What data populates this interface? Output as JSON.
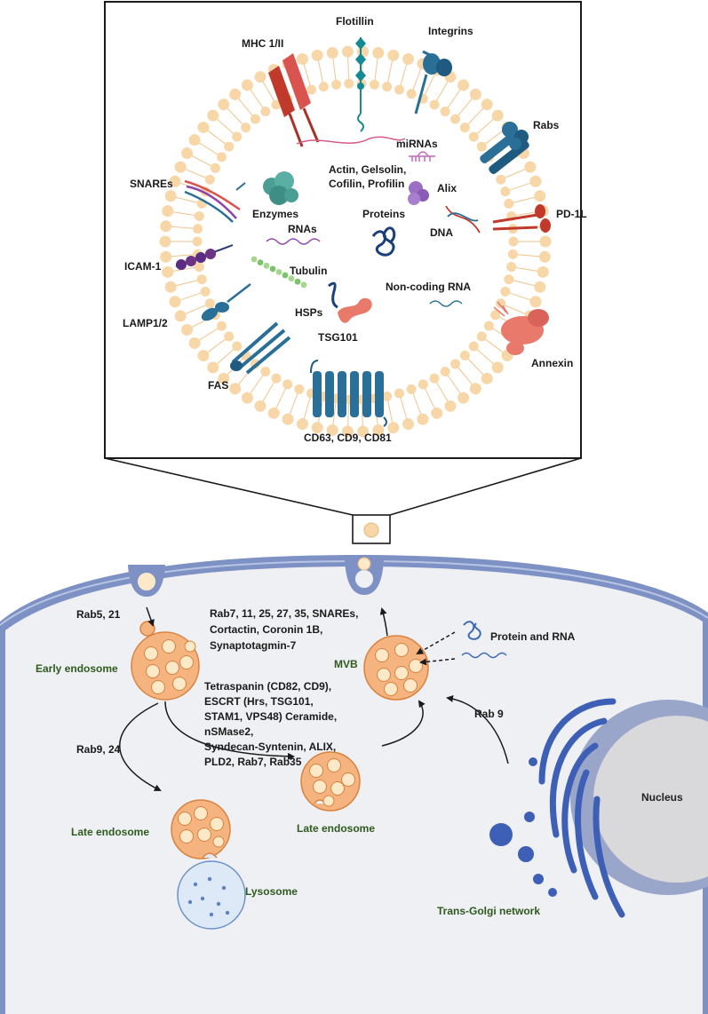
{
  "exosome": {
    "labels": {
      "flotillin": "Flotillin",
      "mhc": "MHC 1/II",
      "integrins": "Integrins",
      "rabs": "Rabs",
      "mirnas": "miRNAs",
      "actin_l1": "Actin, Gelsolin,",
      "actin_l2": "Cofilin, Profilin",
      "snares": "SNAREs",
      "enzymes": "Enzymes",
      "alix": "Alix",
      "proteins": "Proteins",
      "dna": "DNA",
      "pd1l": "PD-1L",
      "rnas": "RNAs",
      "icam": "ICAM-1",
      "tubulin": "Tubulin",
      "noncoding": "Non-coding RNA",
      "lamp": "LAMP1/2",
      "hsps": "HSPs",
      "tsg": "TSG101",
      "annexin": "Annexin",
      "fas": "FAS",
      "tetraspanins": "CD63, CD9, CD81"
    }
  },
  "cell": {
    "labels": {
      "rab5": "Rab5, 21",
      "early_endosome": "Early endosome",
      "rab7_l1": "Rab7, 11, 25, 27, 35, SNAREs,",
      "rab7_l2": "Cortactin, Coronin 1B,",
      "rab7_l3": "Synaptotagmin-7",
      "protein_rna": "Protein and RNA",
      "mvb": "MVB",
      "tetra_l1": "Tetraspanin (CD82, CD9),",
      "tetra_l2": "ESCRT (Hrs, TSG101,",
      "tetra_l3": "STAM1, VPS48) Ceramide,",
      "tetra_l4": "nSMase2,",
      "tetra_l5": "Syndecan-Syntenin, ALIX,",
      "tetra_l6": "PLD2, Rab7, Rab35",
      "rab9": "Rab 9",
      "rab9_24": "Rab9, 24",
      "late_endosome_1": "Late endosome",
      "late_endosome_2": "Late endosome",
      "lysosome": "Lysosome",
      "nucleus": "Nucleus",
      "trans_golgi": "Trans-Golgi network"
    }
  },
  "colors": {
    "membrane_bead": "#f7d7a8",
    "membrane_line": "#f0c48c",
    "receptor_blue": "#2a6f97",
    "receptor_red": "#c0392b",
    "teal": "#168a94",
    "endosome_fill": "#f5b47f",
    "endosome_stroke": "#d9823f",
    "vesicle_fill": "#fde8c8",
    "cell_fill": "#eff0f3",
    "cell_membrane": "#7e91c4",
    "golgi": "#3d5fb5",
    "green_label": "#2e5a1e"
  }
}
